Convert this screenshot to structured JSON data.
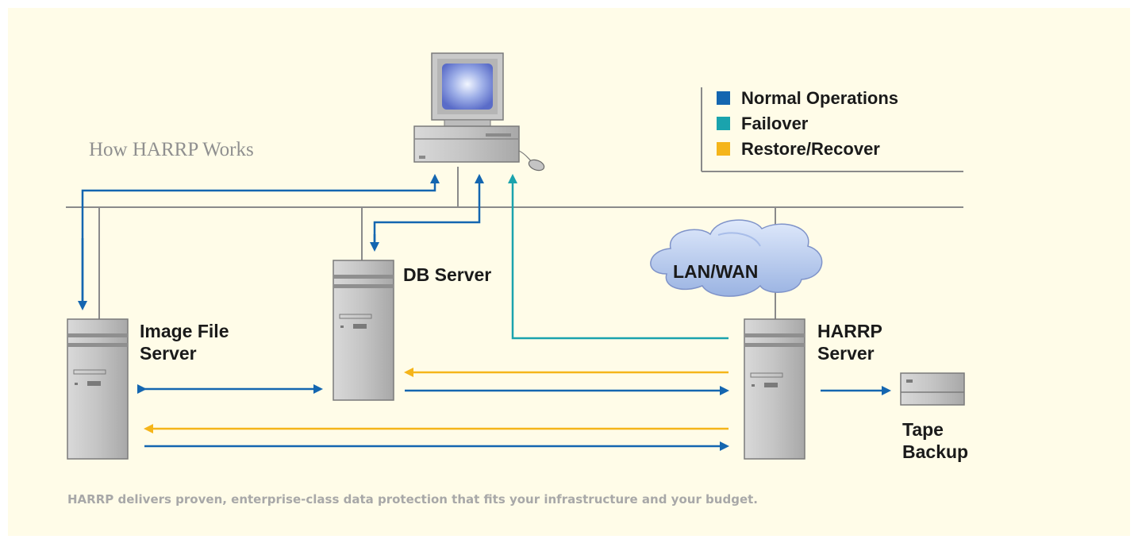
{
  "title": "How HARRP Works",
  "legend": [
    {
      "label": "Normal Operations",
      "color": "#1466b0"
    },
    {
      "label": "Failover",
      "color": "#1aa3ad"
    },
    {
      "label": "Restore/Recover",
      "color": "#f5b51a"
    }
  ],
  "nodes": {
    "image_server": {
      "line1": "Image File",
      "line2": "Server"
    },
    "db_server": {
      "line1": "DB Server"
    },
    "harrp_server": {
      "line1": "HARRP",
      "line2": "Server"
    },
    "tape": {
      "line1": "Tape",
      "line2": "Backup"
    },
    "network": {
      "line1": "LAN/WAN"
    },
    "workstation": {
      "icon": "computer-icon"
    }
  },
  "caption": "HARRP delivers proven, enterprise-class data protection that fits your infrastructure and your budget."
}
